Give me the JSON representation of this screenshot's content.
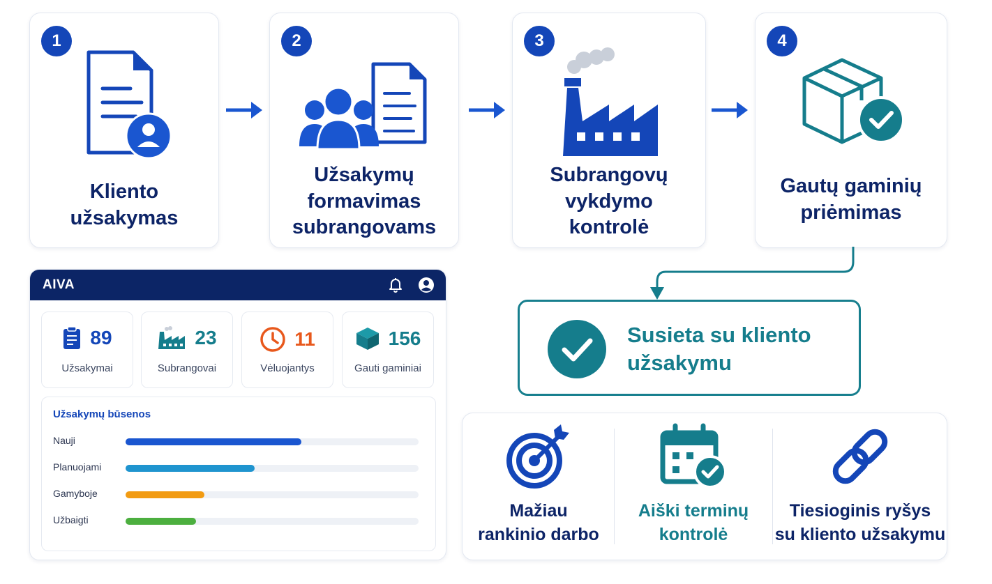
{
  "steps": [
    {
      "number": "1",
      "title_lines": [
        "Kliento",
        "užsakymas"
      ]
    },
    {
      "number": "2",
      "title_lines": [
        "Užsakymų",
        "formavimas",
        "subrangovams"
      ]
    },
    {
      "number": "3",
      "title_lines": [
        "Subrangovų",
        "vykdymo",
        "kontrolė"
      ]
    },
    {
      "number": "4",
      "title_lines": [
        "Gautų gaminių",
        "priėmimas"
      ]
    }
  ],
  "dashboard": {
    "title": "AIVA",
    "stats": [
      {
        "value": "89",
        "label": "Užsakymai",
        "color": "#1446b8",
        "icon": "clipboard-icon"
      },
      {
        "value": "23",
        "label": "Subrangovai",
        "color": "#157d8c",
        "icon": "factory-icon"
      },
      {
        "value": "11",
        "label": "Vėluojantys",
        "color": "#e8581c",
        "icon": "clock-icon"
      },
      {
        "value": "156",
        "label": "Gauti gaminiai",
        "color": "#157d8c",
        "icon": "box-icon"
      }
    ],
    "status_title": "Užsakymų būsenos",
    "statuses": [
      {
        "label": "Nauji",
        "fraction": 0.6,
        "color": "#1a56d0"
      },
      {
        "label": "Planuojami",
        "fraction": 0.44,
        "color": "#1f94cf"
      },
      {
        "label": "Gamyboje",
        "fraction": 0.27,
        "color": "#f29b12"
      },
      {
        "label": "Užbaigti",
        "fraction": 0.24,
        "color": "#4caf3f"
      }
    ]
  },
  "linked": {
    "lines": [
      "Susieta su kliento",
      "užsakymu"
    ]
  },
  "benefits": [
    {
      "lines": [
        "Mažiau",
        "rankinio darbo"
      ],
      "color": "#0d2467",
      "icon": "target-icon"
    },
    {
      "lines": [
        "Aiški terminų",
        "kontrolė"
      ],
      "color": "#157d8c",
      "icon": "calendar-check-icon"
    },
    {
      "lines": [
        "Tiesioginis ryšys",
        "su kliento užsakymu"
      ],
      "color": "#0d2467",
      "icon": "link-icon"
    }
  ]
}
